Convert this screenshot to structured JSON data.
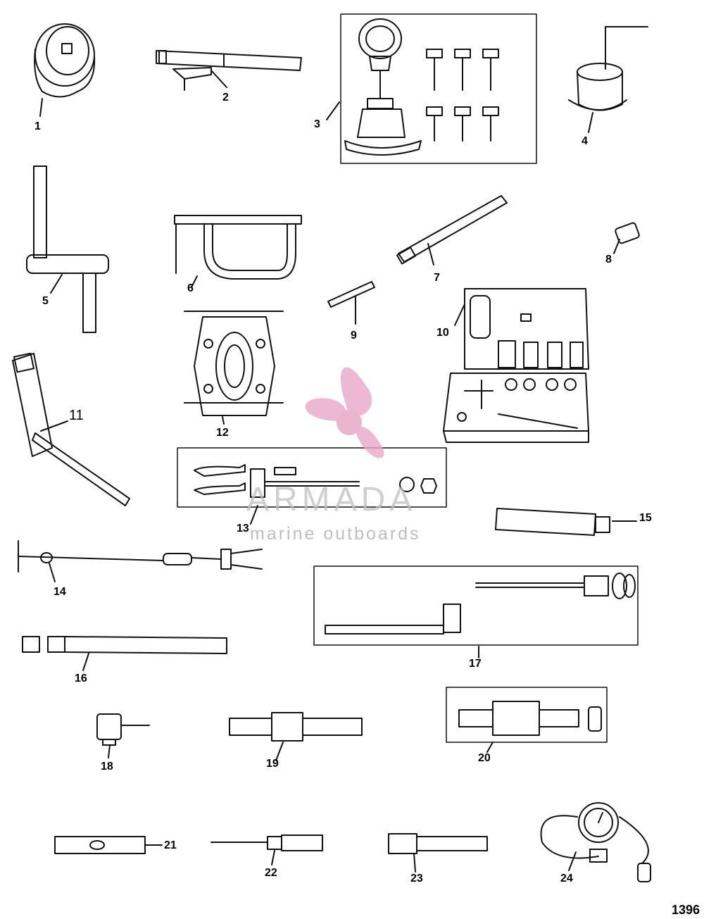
{
  "callouts": {
    "c1": "1",
    "c2": "2",
    "c3": "3",
    "c4": "4",
    "c5": "5",
    "c6": "6",
    "c7": "7",
    "c8": "8",
    "c9": "9",
    "c10": "10",
    "c11": "11",
    "c12": "12",
    "c13": "13",
    "c14": "14",
    "c15": "15",
    "c16": "16",
    "c17": "17",
    "c18": "18",
    "c19": "19",
    "c20": "20",
    "c21": "21",
    "c22": "22",
    "c23": "23",
    "c24": "24"
  },
  "figure_number": "1396",
  "watermark": {
    "brand": "ARMADA",
    "tagline": "marine outboards",
    "logo_color": "#e9a7c9",
    "logo_hub_color": "#e7a3c4"
  }
}
